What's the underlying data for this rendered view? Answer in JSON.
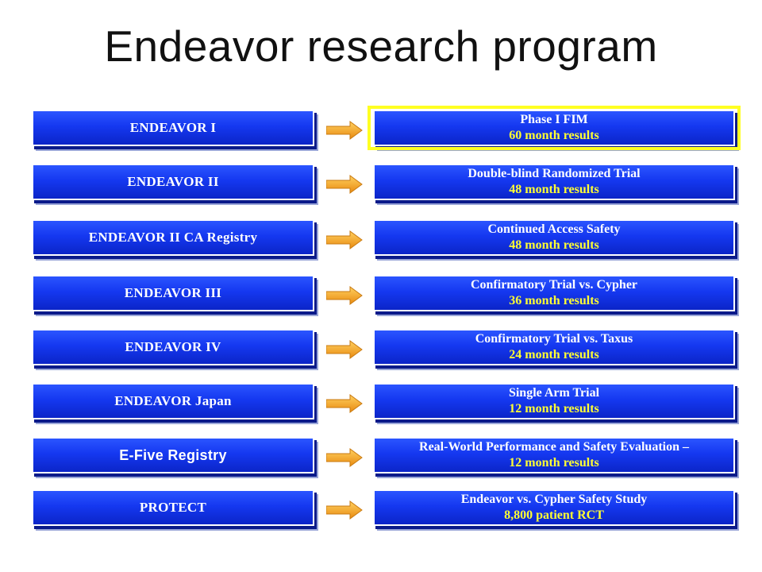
{
  "title": "Endeavor research program",
  "colors": {
    "box_blue": "#1538f0",
    "results_text": "#ffff33",
    "highlight": "#ffff22",
    "arrow": "#f0a020"
  },
  "rows": [
    {
      "study": "ENDEAVOR  I",
      "description": "Phase I FIM",
      "results": "60 month results",
      "highlighted": true
    },
    {
      "study": "ENDEAVOR  II",
      "description": "Double-blind Randomized Trial",
      "results": "48 month results"
    },
    {
      "study": "ENDEAVOR  II CA Registry",
      "description": "Continued Access Safety",
      "results": "48 month results"
    },
    {
      "study": "ENDEAVOR  III",
      "description": "Confirmatory Trial vs. Cypher",
      "results": "36 month results"
    },
    {
      "study": "ENDEAVOR  IV",
      "description": "Confirmatory Trial vs. Taxus",
      "results": "24 month results"
    },
    {
      "study": "ENDEAVOR  Japan",
      "description": "Single Arm Trial",
      "results": "12 month results"
    },
    {
      "study": "E-Five Registry",
      "description": "Real-World Performance and Safety Evaluation –",
      "results": "12 month results"
    },
    {
      "study": "PROTECT",
      "description": "Endeavor vs. Cypher Safety Study",
      "results": "8,800 patient RCT"
    }
  ]
}
